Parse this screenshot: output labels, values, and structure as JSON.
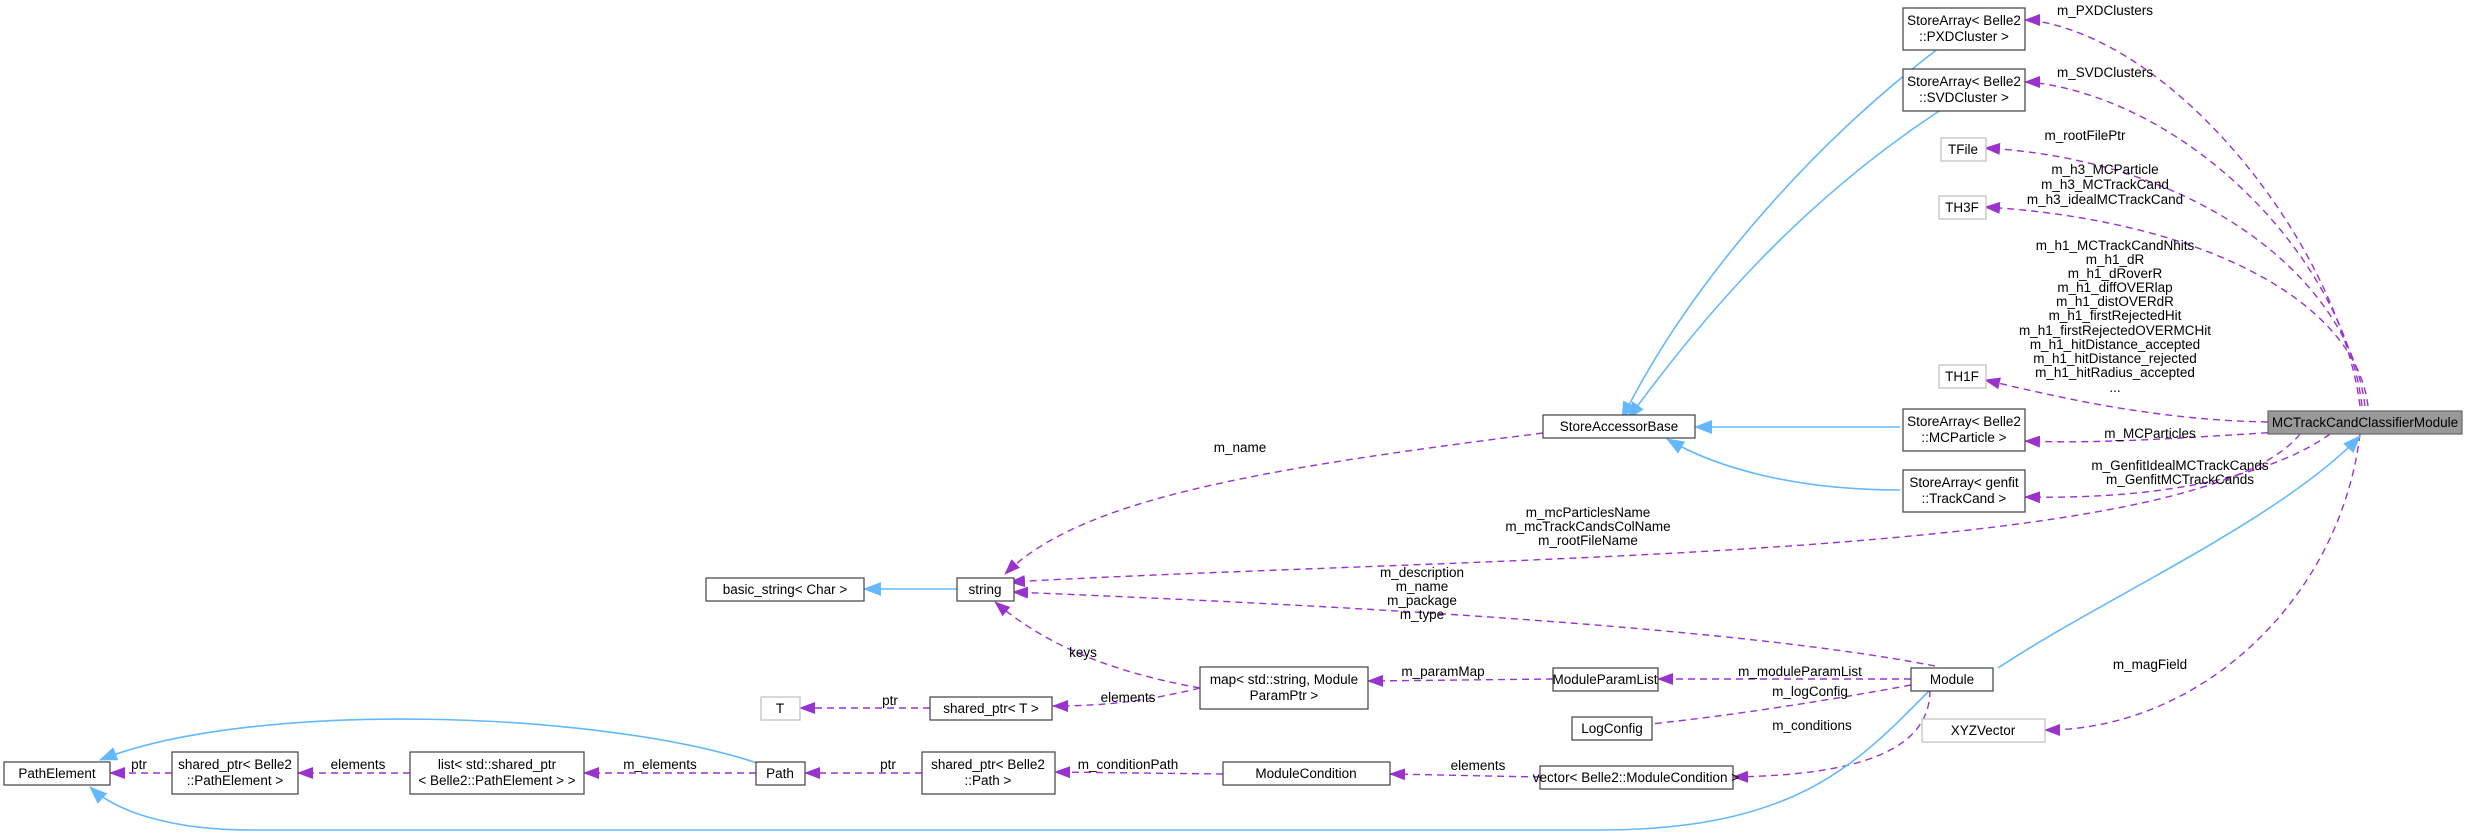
{
  "nodes": {
    "focus": "MCTrackCandClassifierModule",
    "pxd": [
      "StoreArray< Belle2",
      "::PXDCluster >"
    ],
    "svd": [
      "StoreArray< Belle2",
      "::SVDCluster >"
    ],
    "tfile": "TFile",
    "th3f": "TH3F",
    "th1f": "TH1F",
    "mcp": [
      "StoreArray< Belle2",
      "::MCParticle >"
    ],
    "genfit": [
      "StoreArray< genfit",
      "::TrackCand >"
    ],
    "sab": "StoreAccessorBase",
    "string": "string",
    "basic_string": "basic_string< Char >",
    "T": "T",
    "shared_ptr_T": "shared_ptr< T >",
    "map": [
      "map< std::string, Module",
      "ParamPtr >"
    ],
    "mpl": "ModuleParamList",
    "module": "Module",
    "logconfig": "LogConfig",
    "xyz": "XYZVector",
    "pathelement": "PathElement",
    "sp_pathelement": [
      "shared_ptr< Belle2",
      "::PathElement >"
    ],
    "list": [
      "list< std::shared_ptr",
      "< Belle2::PathElement > >"
    ],
    "path": "Path",
    "sp_path": [
      "shared_ptr< Belle2",
      "::Path >"
    ],
    "modcond": "ModuleCondition",
    "vector": "vector< Belle2::ModuleCondition >"
  },
  "edge_labels": {
    "pxd": [
      "m_PXDClusters"
    ],
    "svd": [
      "m_SVDClusters"
    ],
    "tfile": [
      "m_rootFilePtr"
    ],
    "th3f": [
      "m_h3_MCParticle",
      "m_h3_MCTrackCand",
      "m_h3_idealMCTrackCand"
    ],
    "th1f": [
      "m_h1_MCTrackCandNhits",
      "m_h1_dR",
      "m_h1_dRoverR",
      "m_h1_diffOVERlap",
      "m_h1_distOVERdR",
      "m_h1_firstRejectedHit",
      "m_h1_firstRejectedOVERMCHit",
      "m_h1_hitDistance_accepted",
      "m_h1_hitDistance_rejected",
      "m_h1_hitRadius_accepted",
      "..."
    ],
    "mcp": [
      "m_MCParticles"
    ],
    "genfit": [
      "m_GenfitIdealMCTrackCands",
      "m_GenfitMCTrackCands"
    ],
    "string_focus": [
      "m_mcParticlesName",
      "m_mcTrackCandsColName",
      "m_rootFileName"
    ],
    "sab_name": [
      "m_name"
    ],
    "module_string": [
      "m_description",
      "m_name",
      "m_package",
      "m_type"
    ],
    "keys": [
      "keys"
    ],
    "elements_map": [
      "elements"
    ],
    "ptr_T": [
      "ptr"
    ],
    "paramMap": [
      "m_paramMap"
    ],
    "moduleParamList": [
      "m_moduleParamList"
    ],
    "logConfig": [
      "m_logConfig"
    ],
    "conditions": [
      "m_conditions"
    ],
    "magField": [
      "m_magField"
    ],
    "ptr_pe": [
      "ptr"
    ],
    "elements_list": [
      "elements"
    ],
    "m_elements": [
      "m_elements"
    ],
    "ptr_path": [
      "ptr"
    ],
    "conditionPath": [
      "m_conditionPath"
    ],
    "elements_vec": [
      "elements"
    ]
  }
}
